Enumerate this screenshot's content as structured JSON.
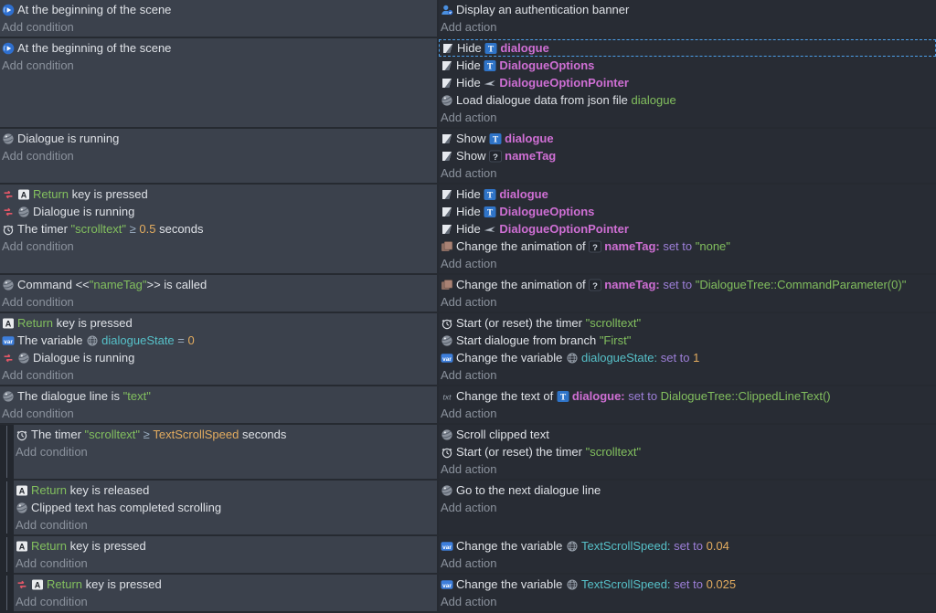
{
  "theme": {
    "page_background": "#23272e",
    "conditions_background": "#3b414c",
    "actions_background": "#282c34",
    "divider": "#262a31",
    "selection_border": "#4d9fe8",
    "text": "#dfe2e7",
    "muted_text": "#8b929d",
    "string_color": "#82bf5e",
    "number_color": "#e3ac5f",
    "object_color": "#cf6fd4",
    "variable_color": "#56c0c8",
    "operator_keyword_color": "#9d7fd8",
    "comparison_color": "#9db0c4"
  },
  "events": [
    {
      "indent": 0,
      "conditions": {
        "rows": [
          {
            "seg": [
              {
                "i": "scene-begin"
              },
              {
                "t": "At the beginning of the scene"
              }
            ]
          }
        ],
        "add": "Add condition"
      },
      "actions": {
        "rows": [
          {
            "seg": [
              {
                "i": "auth-user"
              },
              {
                "t": "Display an authentication banner"
              }
            ]
          }
        ],
        "add": "Add action"
      }
    },
    {
      "indent": 0,
      "conditions": {
        "rows": [
          {
            "seg": [
              {
                "i": "scene-begin"
              },
              {
                "t": "At the beginning of the scene"
              }
            ]
          }
        ],
        "add": "Add condition"
      },
      "actions": {
        "rows": [
          {
            "sel": true,
            "seg": [
              {
                "i": "visibility"
              },
              {
                "t": "Hide "
              },
              {
                "i": "text-object"
              },
              {
                "t": "dialogue",
                "c": "magenta"
              }
            ]
          },
          {
            "seg": [
              {
                "i": "visibility"
              },
              {
                "t": "Hide "
              },
              {
                "i": "text-object"
              },
              {
                "t": "DialogueOptions",
                "c": "magenta"
              }
            ]
          },
          {
            "seg": [
              {
                "i": "visibility"
              },
              {
                "t": "Hide "
              },
              {
                "i": "pointer-sprite"
              },
              {
                "t": "DialogueOptionPointer",
                "c": "magenta"
              }
            ]
          },
          {
            "seg": [
              {
                "i": "yarn"
              },
              {
                "t": "Load dialogue data from json file "
              },
              {
                "t": "dialogue",
                "c": "green"
              }
            ]
          }
        ],
        "add": "Add action"
      }
    },
    {
      "indent": 0,
      "conditions": {
        "rows": [
          {
            "seg": [
              {
                "i": "yarn"
              },
              {
                "t": "Dialogue is running"
              }
            ]
          }
        ],
        "add": "Add condition"
      },
      "actions": {
        "rows": [
          {
            "seg": [
              {
                "i": "visibility"
              },
              {
                "t": "Show "
              },
              {
                "i": "text-object"
              },
              {
                "t": "dialogue",
                "c": "magenta"
              }
            ]
          },
          {
            "seg": [
              {
                "i": "visibility"
              },
              {
                "t": "Show "
              },
              {
                "i": "nametag-q"
              },
              {
                "t": "nameTag",
                "c": "magenta"
              }
            ]
          }
        ],
        "add": "Add action"
      }
    },
    {
      "indent": 0,
      "conditions": {
        "rows": [
          {
            "seg": [
              {
                "i": "invert"
              },
              {
                "i": "key-a"
              },
              {
                "t": "Return",
                "c": "green"
              },
              {
                "t": " key is pressed"
              }
            ]
          },
          {
            "seg": [
              {
                "i": "invert"
              },
              {
                "i": "yarn"
              },
              {
                "t": "Dialogue is running"
              }
            ]
          },
          {
            "seg": [
              {
                "i": "timer"
              },
              {
                "t": "The timer "
              },
              {
                "t": "\"scrolltext\"",
                "c": "green"
              },
              {
                "t": " ≥ ",
                "c": "op"
              },
              {
                "t": "0.5",
                "c": "orange"
              },
              {
                "t": " seconds"
              }
            ]
          }
        ],
        "add": "Add condition"
      },
      "actions": {
        "rows": [
          {
            "seg": [
              {
                "i": "visibility"
              },
              {
                "t": "Hide "
              },
              {
                "i": "text-object"
              },
              {
                "t": "dialogue",
                "c": "magenta"
              }
            ]
          },
          {
            "seg": [
              {
                "i": "visibility"
              },
              {
                "t": "Hide "
              },
              {
                "i": "text-object"
              },
              {
                "t": "DialogueOptions",
                "c": "magenta"
              }
            ]
          },
          {
            "seg": [
              {
                "i": "visibility"
              },
              {
                "t": "Hide "
              },
              {
                "i": "pointer-sprite"
              },
              {
                "t": "DialogueOptionPointer",
                "c": "magenta"
              }
            ]
          },
          {
            "seg": [
              {
                "i": "animation"
              },
              {
                "t": "Change the animation of "
              },
              {
                "i": "nametag-q"
              },
              {
                "t": "nameTag:",
                "c": "magenta"
              },
              {
                "t": " set to ",
                "c": "purple"
              },
              {
                "t": "\"none\"",
                "c": "green"
              }
            ]
          }
        ],
        "add": "Add action"
      }
    },
    {
      "indent": 0,
      "conditions": {
        "rows": [
          {
            "seg": [
              {
                "i": "yarn"
              },
              {
                "t": "Command <<"
              },
              {
                "t": "\"nameTag\"",
                "c": "green"
              },
              {
                "t": ">> is called"
              }
            ]
          }
        ],
        "add": "Add condition"
      },
      "actions": {
        "rows": [
          {
            "seg": [
              {
                "i": "animation"
              },
              {
                "t": "Change the animation of "
              },
              {
                "i": "nametag-q"
              },
              {
                "t": "nameTag:",
                "c": "magenta"
              },
              {
                "t": " set to ",
                "c": "purple"
              },
              {
                "t": "\"DialogueTree::CommandParameter(0)\"",
                "c": "green"
              }
            ]
          }
        ],
        "add": "Add action"
      }
    },
    {
      "indent": 0,
      "conditions": {
        "rows": [
          {
            "seg": [
              {
                "i": "key-a"
              },
              {
                "t": "Return",
                "c": "green"
              },
              {
                "t": " key is pressed"
              }
            ]
          },
          {
            "seg": [
              {
                "i": "var"
              },
              {
                "t": "The variable "
              },
              {
                "i": "globe"
              },
              {
                "t": "dialogueState",
                "c": "teal"
              },
              {
                "t": " = ",
                "c": "op"
              },
              {
                "t": "0",
                "c": "orange"
              }
            ]
          },
          {
            "seg": [
              {
                "i": "invert"
              },
              {
                "i": "yarn"
              },
              {
                "t": "Dialogue is running"
              }
            ]
          }
        ],
        "add": "Add condition"
      },
      "actions": {
        "rows": [
          {
            "seg": [
              {
                "i": "timer"
              },
              {
                "t": "Start (or reset) the timer "
              },
              {
                "t": "\"scrolltext\"",
                "c": "green"
              }
            ]
          },
          {
            "seg": [
              {
                "i": "yarn"
              },
              {
                "t": "Start dialogue from branch "
              },
              {
                "t": "\"First\"",
                "c": "green"
              }
            ]
          },
          {
            "seg": [
              {
                "i": "var"
              },
              {
                "t": "Change the variable "
              },
              {
                "i": "globe"
              },
              {
                "t": "dialogueState:",
                "c": "teal"
              },
              {
                "t": " set to ",
                "c": "purple"
              },
              {
                "t": "1",
                "c": "orange"
              }
            ]
          }
        ],
        "add": "Add action"
      }
    },
    {
      "indent": 0,
      "conditions": {
        "rows": [
          {
            "seg": [
              {
                "i": "yarn"
              },
              {
                "t": "The dialogue line is "
              },
              {
                "t": "\"text\"",
                "c": "green"
              }
            ]
          }
        ],
        "add": "Add condition"
      },
      "actions": {
        "rows": [
          {
            "seg": [
              {
                "i": "txt"
              },
              {
                "t": "Change the text of "
              },
              {
                "i": "text-object"
              },
              {
                "t": "dialogue:",
                "c": "magenta"
              },
              {
                "t": " set to ",
                "c": "purple"
              },
              {
                "t": "DialogueTree::ClippedLineText()",
                "c": "green"
              }
            ]
          }
        ],
        "add": "Add action"
      }
    },
    {
      "indent": 1,
      "conditions": {
        "rows": [
          {
            "seg": [
              {
                "i": "timer"
              },
              {
                "t": "The timer "
              },
              {
                "t": "\"scrolltext\"",
                "c": "green"
              },
              {
                "t": " ≥ ",
                "c": "op"
              },
              {
                "t": "TextScrollSpeed",
                "c": "orange"
              },
              {
                "t": " seconds"
              }
            ]
          }
        ],
        "add": "Add condition"
      },
      "actions": {
        "rows": [
          {
            "seg": [
              {
                "i": "yarn"
              },
              {
                "t": "Scroll clipped text"
              }
            ]
          },
          {
            "seg": [
              {
                "i": "timer"
              },
              {
                "t": "Start (or reset) the timer "
              },
              {
                "t": "\"scrolltext\"",
                "c": "green"
              }
            ]
          }
        ],
        "add": "Add action"
      }
    },
    {
      "indent": 1,
      "conditions": {
        "rows": [
          {
            "seg": [
              {
                "i": "key-a"
              },
              {
                "t": "Return",
                "c": "green"
              },
              {
                "t": " key is released"
              }
            ]
          },
          {
            "seg": [
              {
                "i": "yarn"
              },
              {
                "t": "Clipped text has completed scrolling"
              }
            ]
          }
        ],
        "add": "Add condition"
      },
      "actions": {
        "rows": [
          {
            "seg": [
              {
                "i": "yarn"
              },
              {
                "t": "Go to the next dialogue line"
              }
            ]
          }
        ],
        "add": "Add action"
      }
    },
    {
      "indent": 1,
      "conditions": {
        "rows": [
          {
            "seg": [
              {
                "i": "key-a"
              },
              {
                "t": "Return",
                "c": "green"
              },
              {
                "t": " key is pressed"
              }
            ]
          }
        ],
        "add": "Add condition"
      },
      "actions": {
        "rows": [
          {
            "seg": [
              {
                "i": "var"
              },
              {
                "t": "Change the variable "
              },
              {
                "i": "globe"
              },
              {
                "t": "TextScrollSpeed:",
                "c": "teal"
              },
              {
                "t": " set to ",
                "c": "purple"
              },
              {
                "t": "0.04",
                "c": "orange"
              }
            ]
          }
        ],
        "add": "Add action"
      }
    },
    {
      "indent": 1,
      "conditions": {
        "rows": [
          {
            "seg": [
              {
                "i": "invert"
              },
              {
                "i": "key-a"
              },
              {
                "t": "Return",
                "c": "green"
              },
              {
                "t": " key is pressed"
              }
            ]
          }
        ],
        "add": "Add condition"
      },
      "actions": {
        "rows": [
          {
            "seg": [
              {
                "i": "var"
              },
              {
                "t": "Change the variable "
              },
              {
                "i": "globe"
              },
              {
                "t": "TextScrollSpeed:",
                "c": "teal"
              },
              {
                "t": " set to ",
                "c": "purple"
              },
              {
                "t": "0.025",
                "c": "orange"
              }
            ]
          }
        ],
        "add": "Add action"
      }
    }
  ]
}
